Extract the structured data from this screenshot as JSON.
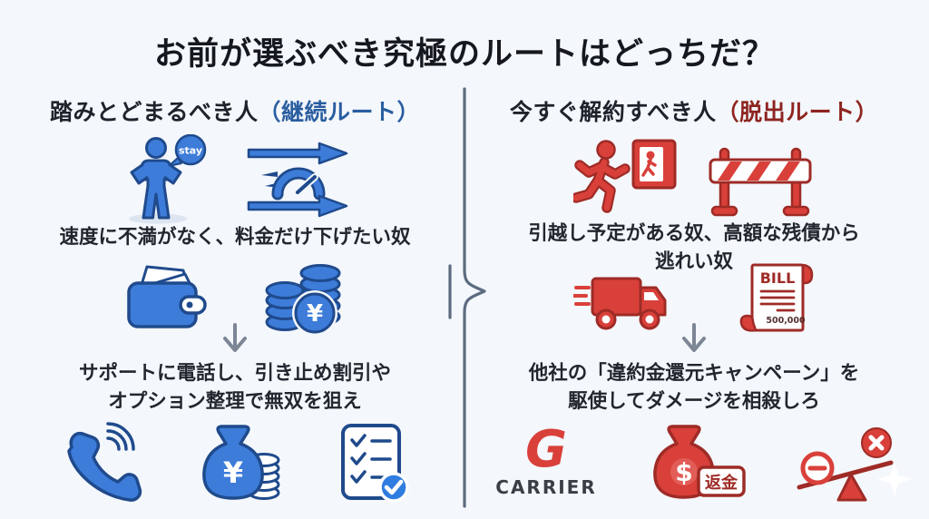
{
  "title": "お前が選ぶべき究極のルートはどっちだ？",
  "left": {
    "heading": "踏みとどまるべき人",
    "heading_accent": "（継続ルート）",
    "stay_bubble": "stay",
    "condition": "速度に不満がなく、料金だけ下げたい奴",
    "coin_symbol": "¥",
    "bag_symbol": "¥",
    "action_line1": "サポートに電話し、引き止め割引や",
    "action_line2": "オプション整理で無双を狙え"
  },
  "right": {
    "heading": "今すぐ解約すべき人",
    "heading_accent": "（脱出ルート）",
    "condition_line1": "引越し予定がある奴、高額な残債から",
    "condition_line2": "逃れい奴",
    "bill_title": "BILL",
    "bill_amount": "500,000",
    "action_line1": "他社の「違約金還元キャンペーン」を",
    "action_line2": "駆使してダメージを相殺しろ",
    "carrier_mark": "G",
    "carrier_name": "CARRIER",
    "bag_symbol": "$",
    "refund_tag": "返金"
  },
  "colors": {
    "background": "#f4f7fb",
    "blue_fill": "#3d7cd9",
    "blue_outline": "#1f4a8c",
    "blue_accent_text": "#2a5da0",
    "red_fill": "#d9403a",
    "red_outline": "#9e2b26",
    "red_accent_text": "#8e2420",
    "body_text": "#22262e",
    "divider": "#5d6b80",
    "arrow": "#7c8695"
  }
}
